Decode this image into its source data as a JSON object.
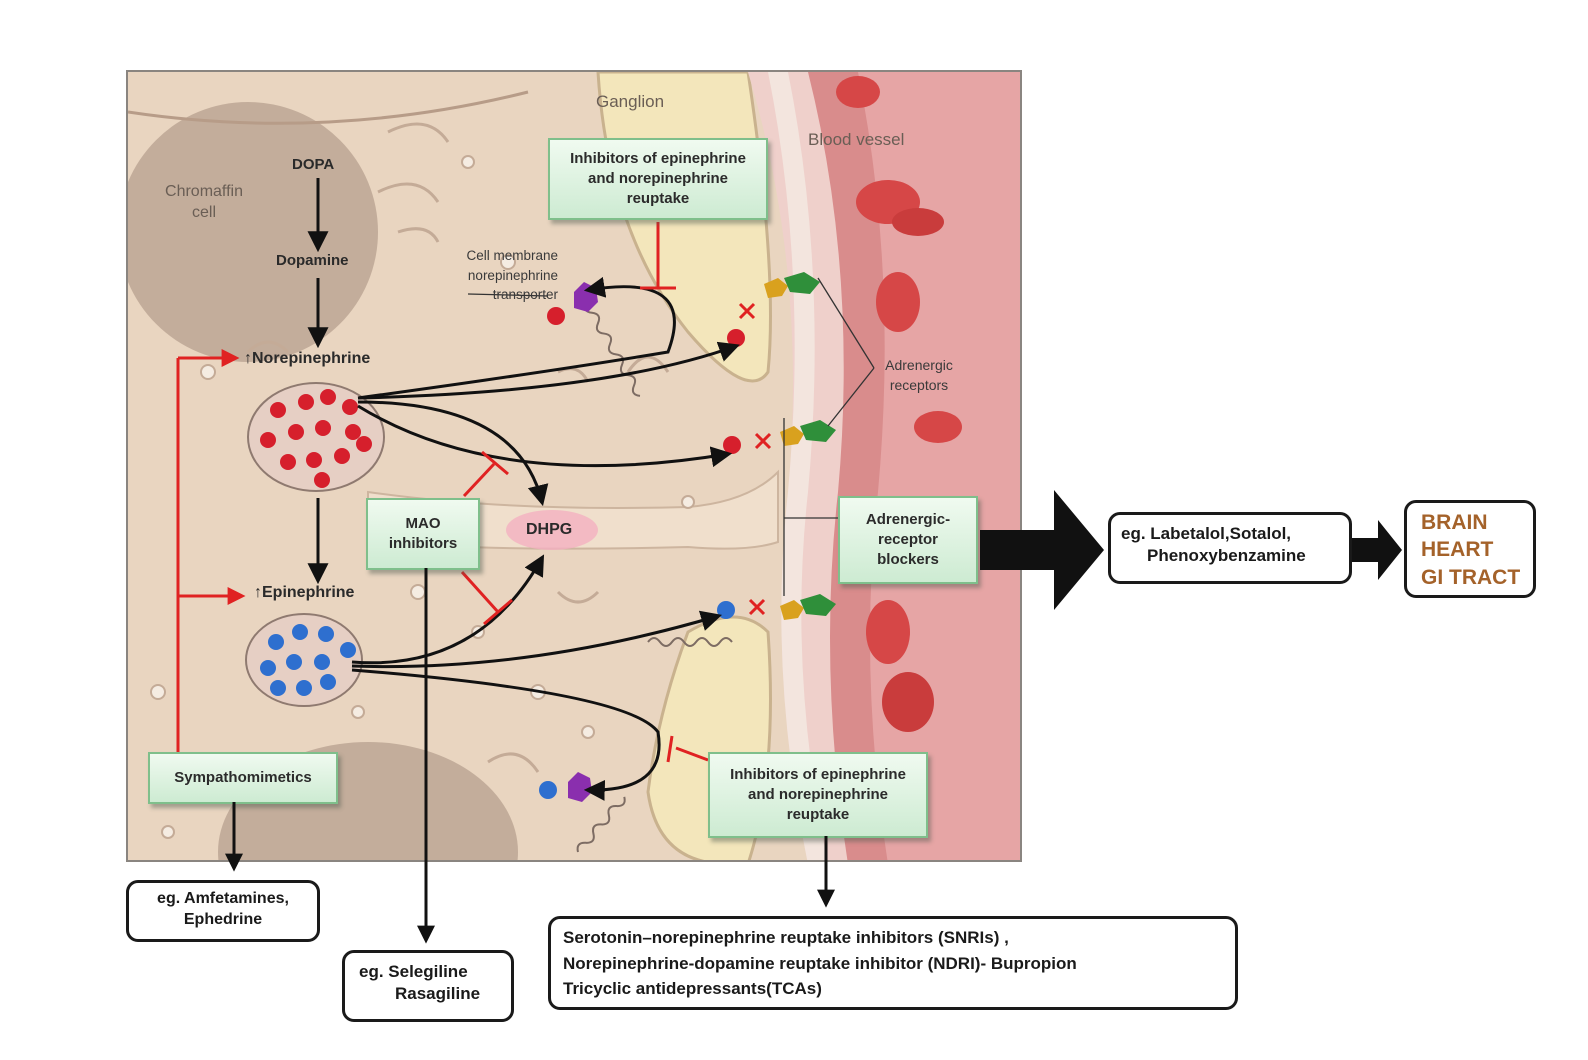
{
  "colors": {
    "tissue": "#e9d5c0",
    "vessel_wall": "#d98c8c",
    "red_cell": "#d64747",
    "inhibit_red": "#e02222",
    "box_green": "#cdebd2",
    "organ_text": "#a4622a"
  },
  "diagram": {
    "region_labels": {
      "ganglion": "Ganglion",
      "blood_vessel": "Blood vessel",
      "chromaffin_cell": "Chromaffin cell"
    },
    "pathway": {
      "dopa": "DOPA",
      "dopamine": "Dopamine",
      "norepinephrine": "Norepinephrine",
      "epinephrine": "Epinephrine",
      "dhpg": "DHPG"
    },
    "transporter_label": "Cell membrane norepinephrine transporter",
    "receptors_label": "Adrenergic receptors",
    "drug_boxes": {
      "reuptake_top": "Inhibitors of epinephrine and norepinephrine reuptake",
      "reuptake_bottom": "Inhibitors of epinephrine and norepinephrine reuptake",
      "mao": "MAO inhibitors",
      "sympathomimetics": "Sympathomimetics",
      "receptor_blockers": "Adrenergic-receptor blockers"
    },
    "examples": {
      "sympathomimetics": [
        "eg. Amfetamines,",
        "Ephedrine"
      ],
      "mao": [
        "eg. Selegiline",
        "Rasagiline"
      ],
      "reuptake": [
        "Serotonin–norepinephrine reuptake inhibitors (SNRIs) ,",
        "Norepinephrine-dopamine reuptake inhibitor (NDRI)-  Bupropion",
        "Tricyclic antidepressants(TCAs)"
      ],
      "blockers": [
        "eg. Labetalol,Sotalol,",
        "Phenoxybenzamine"
      ]
    },
    "organs": [
      "BRAIN",
      "HEART",
      "GI TRACT"
    ]
  }
}
